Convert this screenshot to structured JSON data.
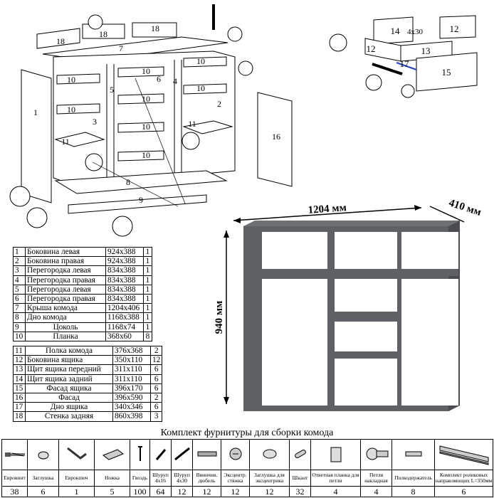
{
  "exploded_labels": [
    "1",
    "2",
    "3",
    "4",
    "5",
    "6",
    "7",
    "8",
    "9",
    "10",
    "11",
    "16",
    "18"
  ],
  "drawer_labels": [
    "12",
    "13",
    "14",
    "15",
    "17"
  ],
  "drawer_screw_label": "4x30",
  "dimensions": {
    "width": "1204 мм",
    "depth": "410 мм",
    "height": "940 мм"
  },
  "parts": [
    {
      "n": "1",
      "name": "Боковина левая",
      "size": "924x388",
      "qty": "1"
    },
    {
      "n": "2",
      "name": "Боковина правая",
      "size": "924x388",
      "qty": "1"
    },
    {
      "n": "3",
      "name": "Перегородка левая",
      "size": "834x388",
      "qty": "1"
    },
    {
      "n": "4",
      "name": "Перегородка правая",
      "size": "834x388",
      "qty": "1"
    },
    {
      "n": "5",
      "name": "Перегородка левая",
      "size": "834x388",
      "qty": "1"
    },
    {
      "n": "6",
      "name": "Перегородка правая",
      "size": "834x388",
      "qty": "1"
    },
    {
      "n": "7",
      "name": "Крыша комода",
      "size": "1204x406",
      "qty": "1"
    },
    {
      "n": "8",
      "name": "Дно комода",
      "size": "1168x388",
      "qty": "1"
    },
    {
      "n": "9",
      "name": "Цоколь",
      "size": "1168x74",
      "qty": "1"
    },
    {
      "n": "10",
      "name": "Планка",
      "size": "368x60",
      "qty": "8"
    }
  ],
  "parts2": [
    {
      "n": "11",
      "name": "Полка комода",
      "size": "376x368",
      "qty": "2"
    },
    {
      "n": "12",
      "name": "Боковина ящика",
      "size": "350x110",
      "qty": "12"
    },
    {
      "n": "13",
      "name": "Щит ящика передний",
      "size": "311x110",
      "qty": "6"
    },
    {
      "n": "14",
      "name": "Щит ящика задний",
      "size": "311x110",
      "qty": "6"
    },
    {
      "n": "15",
      "name": "Фасад ящика",
      "size": "396x170",
      "qty": "6"
    },
    {
      "n": "16",
      "name": "Фасад",
      "size": "396x590",
      "qty": "2"
    },
    {
      "n": "17",
      "name": "Дно ящика",
      "size": "340x346",
      "qty": "6"
    },
    {
      "n": "18",
      "name": "Стенка задняя",
      "size": "860x398",
      "qty": "3"
    }
  ],
  "hardware_title": "Комплект фурнитуры для сборки комода",
  "hardware": [
    {
      "label": "Евровинт",
      "qty": "38",
      "icon": "eurovint-icon"
    },
    {
      "label": "Заглушка",
      "qty": "6",
      "icon": "cap-icon"
    },
    {
      "label": "Еврокпюч",
      "qty": "1",
      "icon": "hex-key-icon"
    },
    {
      "label": "Ножка",
      "qty": "5",
      "icon": "foot-icon"
    },
    {
      "label": "Гвоздь",
      "qty": "100",
      "icon": "nail-icon"
    },
    {
      "label": "Шуруп 4x16",
      "qty": "64",
      "icon": "screw-short-icon"
    },
    {
      "label": "Шуруп 4x30",
      "qty": "12",
      "icon": "screw-long-icon"
    },
    {
      "label": "Ввинчив. дюбель",
      "qty": "12",
      "icon": "dowel-icon"
    },
    {
      "label": "Эксцентр. стяжка",
      "qty": "12",
      "icon": "cam-lock-icon"
    },
    {
      "label": "Заглушка для эксцентрика",
      "qty": "12",
      "icon": "cam-cap-icon"
    },
    {
      "label": "Шкант",
      "qty": "32",
      "icon": "wood-dowel-icon"
    },
    {
      "label": "Ответная планка для петли",
      "qty": "4",
      "icon": "hinge-plate-icon"
    },
    {
      "label": "Петля накладная",
      "qty": "4",
      "icon": "hinge-icon"
    },
    {
      "label": "Полкодержатель",
      "qty": "8",
      "icon": "shelf-pin-icon"
    },
    {
      "label": "Комплект роликовых направляющих L=350мм",
      "qty": "6",
      "icon": "drawer-slide-icon"
    }
  ],
  "colors": {
    "carcass": "#5d6064",
    "front": "#ffffff",
    "line": "#000000"
  }
}
